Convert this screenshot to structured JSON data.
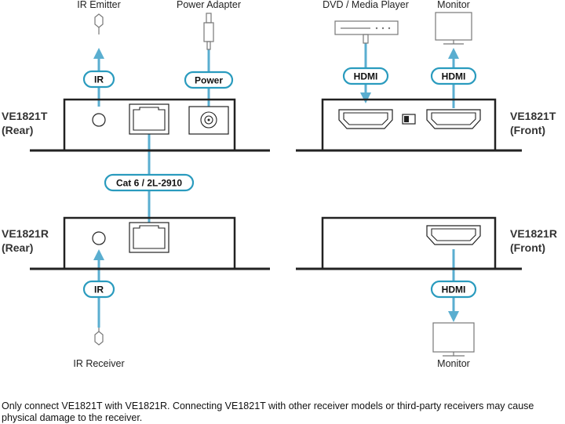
{
  "devices": {
    "tx_rear": {
      "name": "VE1821T",
      "side": "(Rear)"
    },
    "tx_front": {
      "name": "VE1821T",
      "side": "(Front)"
    },
    "rx_rear": {
      "name": "VE1821R",
      "side": "(Rear)"
    },
    "rx_front": {
      "name": "VE1821R",
      "side": "(Front)"
    }
  },
  "peripherals": {
    "ir_emitter": "IR Emitter",
    "power_adapter": "Power Adapter",
    "dvd_player": "DVD / Media Player",
    "monitor_top": "Monitor",
    "ir_receiver": "IR Receiver",
    "monitor_bottom": "Monitor"
  },
  "cables": {
    "ir_top": "IR",
    "power": "Power",
    "hdmi_in": "HDMI",
    "hdmi_out": "HDMI",
    "cat6": "Cat 6 / 2L-2910",
    "ir_bottom": "IR",
    "hdmi_rx": "HDMI"
  },
  "colors": {
    "cable": "#5aaed0",
    "pill_border": "#2a9bbe",
    "outline": "#222222"
  },
  "note": "Only connect VE1821T with VE1821R. Connecting VE1821T with other receiver models or third-party receivers may cause physical damage to the receiver."
}
